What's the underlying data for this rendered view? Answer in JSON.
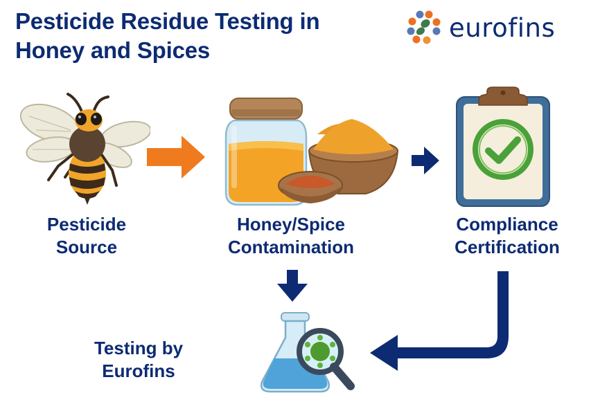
{
  "header": {
    "title_line1": "Pesticide Residue Testing in",
    "title_line2": "Honey and Spices",
    "logo_text": "eurofins",
    "logo_icon": "eurofins-dots-icon"
  },
  "colors": {
    "primary_navy": "#0d2b73",
    "accent_orange": "#f07a1e",
    "check_green": "#4aa13a",
    "logo_blue": "#5a78b5",
    "logo_orange": "#ee6f22",
    "logo_green": "#3f7a4a"
  },
  "flow": {
    "steps": [
      {
        "label_line1": "Pesticide",
        "label_line2": "Source",
        "icon": "bee-icon"
      },
      {
        "label_line1": "Honey/Spice",
        "label_line2": "Contamination",
        "icon": "honey-jar-spice-bowl-icon"
      },
      {
        "label_line1": "Compliance",
        "label_line2": "Certification",
        "icon": "clipboard-check-icon"
      },
      {
        "label_line1": "Testing by",
        "label_line2": "Eurofins",
        "icon": "flask-magnifier-icon"
      }
    ],
    "arrows": [
      {
        "from": "Pesticide Source",
        "to": "Honey/Spice Contamination",
        "color": "orange",
        "direction": "right"
      },
      {
        "from": "Honey/Spice Contamination",
        "to": "Compliance Certification",
        "color": "navy",
        "direction": "right"
      },
      {
        "from": "Honey/Spice Contamination",
        "to": "Testing by Eurofins",
        "color": "navy",
        "direction": "down"
      },
      {
        "from": "Compliance Certification",
        "to": "Testing by Eurofins",
        "color": "navy",
        "direction": "down-then-left"
      }
    ]
  }
}
